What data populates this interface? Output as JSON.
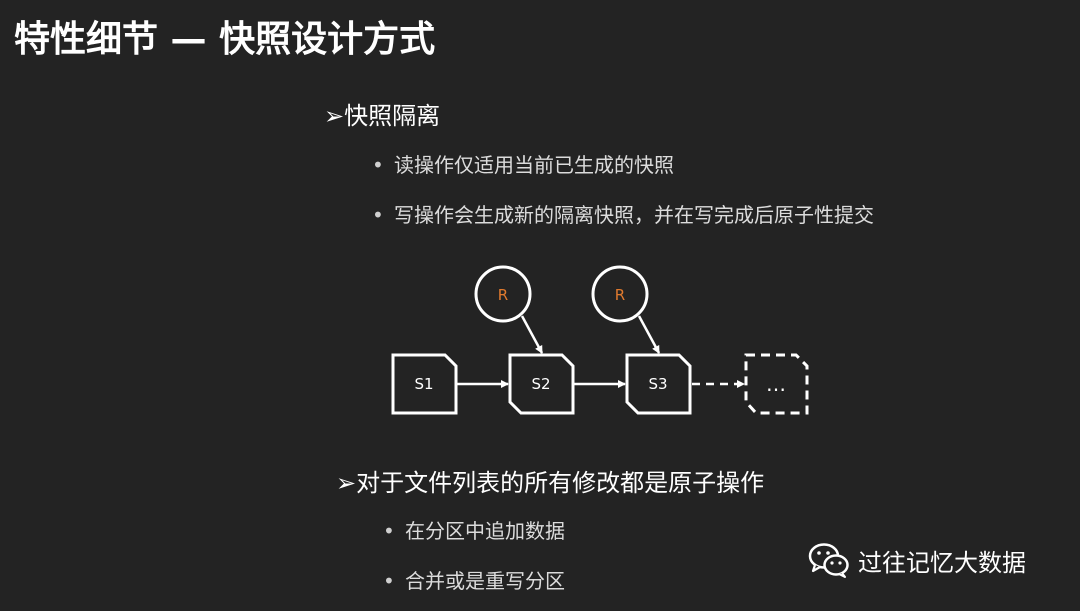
{
  "title": "特性细节 — 快照设计方式",
  "sections": [
    {
      "heading": "➢快照隔离",
      "bullets": [
        "读操作仅适用当前已生成的快照",
        "写操作会生成新的隔离快照，并在写完成后原子性提交"
      ]
    },
    {
      "heading": "➢对于文件列表的所有修改都是原子操作",
      "bullets": [
        "在分区中追加数据",
        "合并或是重写分区"
      ]
    }
  ],
  "diagram": {
    "snapshots": [
      "S1",
      "S2",
      "S3",
      "…"
    ],
    "readers": [
      "R",
      "R"
    ],
    "colors": {
      "reader_label": "#e07a2e",
      "stroke": "#ffffff",
      "node_fill": "#232323"
    }
  },
  "bullet_glyph": "•",
  "watermark": {
    "icon": "wechat-icon",
    "text": "过往记忆大数据"
  }
}
